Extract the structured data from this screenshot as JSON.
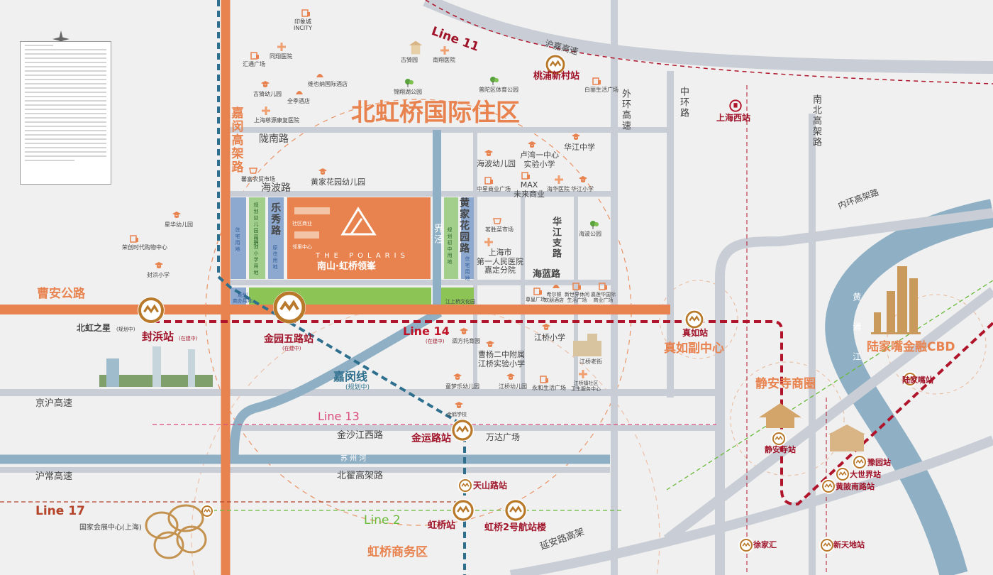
{
  "colors": {
    "orange_road": "#e8834f",
    "grey_road": "#c9ced6",
    "water": "#8fb0c4",
    "metro_red": "#b0142a",
    "line13": "#d94a7a",
    "line2": "#6aba3a",
    "jiamin": "#2e6f8e",
    "gold": "#b8792a"
  },
  "project": {
    "name_en": "THE POLARIS",
    "name_cn": "南山·虹桥领峯",
    "commercial": "社区商业",
    "neighborhood": "邻里中心"
  },
  "labels": [
    {
      "text": "北虹桥国际住区",
      "icon": ""
    },
    {
      "text": "嘉闵高架路",
      "icon": ""
    },
    {
      "text": "陇南路",
      "icon": ""
    },
    {
      "text": "海波路",
      "icon": ""
    },
    {
      "text": "曹安公路",
      "icon": ""
    },
    {
      "text": "京沪高速",
      "icon": ""
    },
    {
      "text": "沪常高速",
      "icon": ""
    },
    {
      "text": "金沙江西路",
      "icon": ""
    },
    {
      "text": "苏 州 河",
      "icon": ""
    },
    {
      "text": "北翟高架路",
      "icon": ""
    },
    {
      "text": "延安路高架",
      "icon": ""
    },
    {
      "text": "沪嘉高速",
      "icon": ""
    },
    {
      "text": "外环高速",
      "icon": ""
    },
    {
      "text": "中环路",
      "icon": ""
    },
    {
      "text": "南北高架路",
      "icon": ""
    },
    {
      "text": "内环高架路",
      "icon": ""
    },
    {
      "text": "界泾",
      "icon": ""
    },
    {
      "text": "乐秀路",
      "icon": ""
    },
    {
      "text": "黄家花园路",
      "icon": ""
    },
    {
      "text": "华江支路",
      "icon": ""
    },
    {
      "text": "海蓝路",
      "icon": ""
    },
    {
      "text": "黄浦江",
      "icon": ""
    },
    {
      "text": "Line 11",
      "icon": ""
    },
    {
      "text": "Line 14",
      "icon": ""
    },
    {
      "text": "(在建中)",
      "icon": ""
    },
    {
      "text": "Line 13",
      "icon": ""
    },
    {
      "text": "Line 17",
      "icon": ""
    },
    {
      "text": "Line 2",
      "icon": ""
    },
    {
      "text": "嘉闵线",
      "icon": ""
    },
    {
      "text": "(规划中)",
      "icon": ""
    },
    {
      "text": "桃浦新村站",
      "icon": ""
    },
    {
      "text": "上海西站",
      "icon": "railway-station-icon"
    },
    {
      "text": "封浜站",
      "icon": ""
    },
    {
      "text": "(在建中)",
      "icon": ""
    },
    {
      "text": "金园五路站",
      "icon": ""
    },
    {
      "text": "(在建中)",
      "icon": ""
    },
    {
      "text": "真如站",
      "icon": ""
    },
    {
      "text": "真如副中心",
      "icon": ""
    },
    {
      "text": "静安寺商圈",
      "icon": ""
    },
    {
      "text": "静安寺站",
      "icon": ""
    },
    {
      "text": "陆家嘴金融CBD",
      "icon": ""
    },
    {
      "text": "陆家嘴站",
      "icon": ""
    },
    {
      "text": "豫园站",
      "icon": ""
    },
    {
      "text": "大世界站",
      "icon": ""
    },
    {
      "text": "黄陂南路站",
      "icon": ""
    },
    {
      "text": "徐家汇",
      "icon": ""
    },
    {
      "text": "新天地站",
      "icon": ""
    },
    {
      "text": "金运路站",
      "icon": ""
    },
    {
      "text": "万达广场",
      "icon": ""
    },
    {
      "text": "天山路站",
      "icon": ""
    },
    {
      "text": "虹桥站",
      "icon": ""
    },
    {
      "text": "虹桥2号航站楼",
      "icon": ""
    },
    {
      "text": "虹桥商务区",
      "icon": ""
    },
    {
      "text": "国家会展中心(上海)",
      "icon": ""
    },
    {
      "text": "北虹之星",
      "icon": ""
    },
    {
      "text": "(规划中)",
      "icon": ""
    },
    {
      "text": "印象城\nINCITY",
      "icon": "mall-icon"
    },
    {
      "text": "同翔医院",
      "icon": "hospital-icon"
    },
    {
      "text": "汇通广场",
      "icon": "mall-icon"
    },
    {
      "text": "古猗园",
      "icon": "pavilion-icon"
    },
    {
      "text": "南翔医院",
      "icon": "hospital-icon"
    },
    {
      "text": "锦翔湖公园",
      "icon": "park-icon"
    },
    {
      "text": "普陀区体育公园",
      "icon": "park-icon"
    },
    {
      "text": "白丽生活广场",
      "icon": "mall-icon"
    },
    {
      "text": "维也纳国际酒店",
      "icon": "hotel-icon"
    },
    {
      "text": "古猗幼儿园",
      "icon": "school-icon"
    },
    {
      "text": "全季酒店",
      "icon": "hotel-icon"
    },
    {
      "text": "上海慈源康复医院",
      "icon": "hospital-icon"
    },
    {
      "text": "馨富农贸市场",
      "icon": "market-icon"
    },
    {
      "text": "黄家花园幼儿园",
      "icon": "school-icon"
    },
    {
      "text": "海波幼儿园",
      "icon": "school-icon"
    },
    {
      "text": "卢湾一中心\n实验小学",
      "icon": "school-icon"
    },
    {
      "text": "华江中学",
      "icon": "school-icon"
    },
    {
      "text": "中星商业广场",
      "icon": "mall-icon"
    },
    {
      "text": "MAX\n未来商业",
      "icon": "mall-icon"
    },
    {
      "text": "海华医院",
      "icon": "hospital-icon"
    },
    {
      "text": "华江小学",
      "icon": "school-icon"
    },
    {
      "text": "茗胜菜市场",
      "icon": "market-icon"
    },
    {
      "text": "上海市\n第一人民医院\n嘉定分院",
      "icon": "hospital-icon"
    },
    {
      "text": "海波公园",
      "icon": "park-icon"
    },
    {
      "text": "尊皇广场",
      "icon": "mall-icon"
    },
    {
      "text": "希尔顿\n欢朋酒店",
      "icon": "hotel-icon"
    },
    {
      "text": "新世界休闲\n生活广场",
      "icon": "mall-icon"
    },
    {
      "text": "嘉莲华国际\n商业广场",
      "icon": "mall-icon"
    },
    {
      "text": "江上桥文化园",
      "icon": ""
    },
    {
      "text": "住宅用地",
      "icon": ""
    },
    {
      "text": "规划幼儿园用地",
      "icon": ""
    },
    {
      "text": "规划小学用地",
      "icon": ""
    },
    {
      "text": "原住用地",
      "icon": ""
    },
    {
      "text": "规划初中用地",
      "icon": ""
    },
    {
      "text": "住宅用地",
      "icon": ""
    },
    {
      "text": "规划\n商办用地",
      "icon": ""
    },
    {
      "text": "星华幼儿园",
      "icon": "school-icon"
    },
    {
      "text": "荣创时代购物中心",
      "icon": "mall-icon"
    },
    {
      "text": "封浜小学",
      "icon": "school-icon"
    },
    {
      "text": "泗方托育园",
      "icon": "school-icon"
    },
    {
      "text": "曹杨二中附属\n江桥实验小学",
      "icon": "school-icon"
    },
    {
      "text": "江桥小学",
      "icon": "school-icon"
    },
    {
      "text": "江桥老街",
      "icon": ""
    },
    {
      "text": "童梦乐幼儿园",
      "icon": "school-icon"
    },
    {
      "text": "江桥幼儿园",
      "icon": "school-icon"
    },
    {
      "text": "永和生活广场",
      "icon": "mall-icon"
    },
    {
      "text": "江桥镇社区\n卫生服务中心",
      "icon": "hospital-icon"
    },
    {
      "text": "金鹤学校",
      "icon": "school-icon"
    }
  ]
}
